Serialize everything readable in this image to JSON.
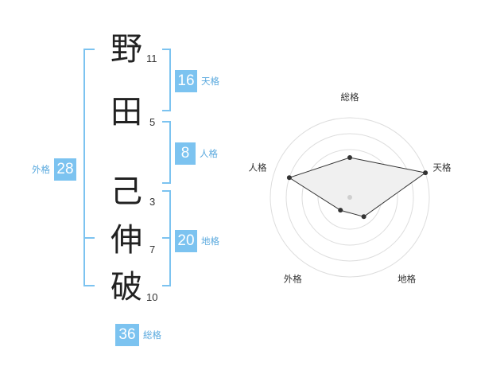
{
  "name": {
    "chars": [
      {
        "char": "野",
        "strokes": "11"
      },
      {
        "char": "田",
        "strokes": "5"
      },
      {
        "char": "己",
        "strokes": "3"
      },
      {
        "char": "伸",
        "strokes": "7"
      },
      {
        "char": "破",
        "strokes": "10"
      }
    ]
  },
  "fortunes": {
    "tenkaku": {
      "value": "16",
      "label": "天格"
    },
    "jinkaku": {
      "value": "8",
      "label": "人格"
    },
    "chikaku": {
      "value": "20",
      "label": "地格"
    },
    "gaikaku": {
      "value": "28",
      "label": "外格"
    },
    "soukaku": {
      "value": "36",
      "label": "総格"
    }
  },
  "colors": {
    "accent": "#7cc3f0",
    "label": "#5aa9de"
  },
  "chart_data": {
    "type": "radar",
    "axes": [
      "総格",
      "天格",
      "地格",
      "外格",
      "人格"
    ],
    "values": [
      2.5,
      5.0,
      1.5,
      1.0,
      4.0
    ],
    "rmax": 5,
    "rings": 5
  }
}
